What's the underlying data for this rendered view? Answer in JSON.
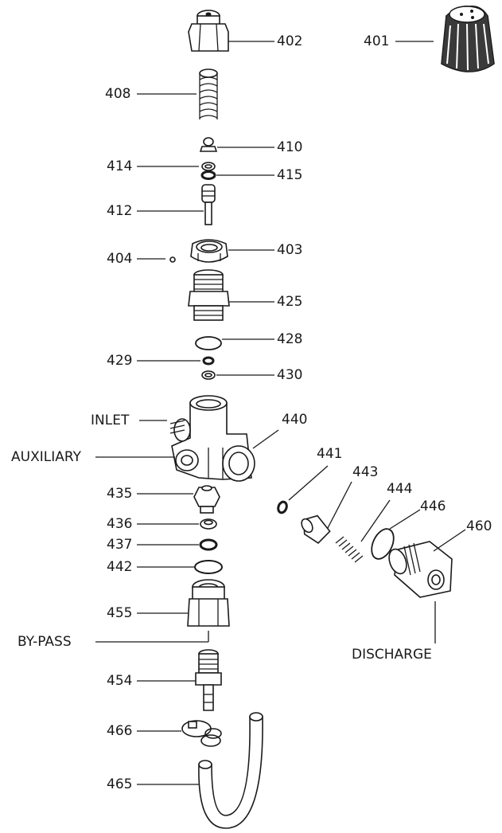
{
  "callouts": {
    "c401": "401",
    "c402": "402",
    "c408": "408",
    "c410": "410",
    "c414": "414",
    "c415": "415",
    "c412": "412",
    "c404": "404",
    "c403": "403",
    "c425": "425",
    "c428": "428",
    "c429": "429",
    "c430": "430",
    "c440": "440",
    "c441": "441",
    "c443": "443",
    "c444": "444",
    "c446": "446",
    "c460": "460",
    "c435": "435",
    "c436": "436",
    "c437": "437",
    "c442": "442",
    "c455": "455",
    "c454": "454",
    "c466": "466",
    "c465": "465"
  },
  "port_labels": {
    "inlet": "INLET",
    "auxiliary": "AUXILIARY",
    "bypass": "BY-PASS",
    "discharge": "DISCHARGE"
  },
  "colors": {
    "ink": "#1a1a1a",
    "paper": "#ffffff"
  }
}
